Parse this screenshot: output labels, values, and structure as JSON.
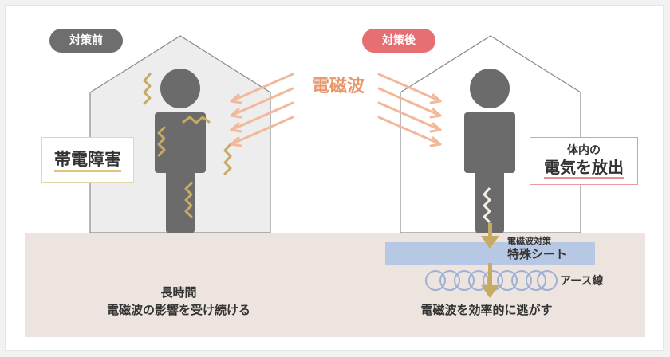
{
  "before": {
    "badge": "対策前",
    "problem_label": "帯電障害",
    "caption_line1": "長時間",
    "caption_line2": "電磁波の影響を受け続ける"
  },
  "after": {
    "badge": "対策後",
    "result_line1": "体内の",
    "result_line2": "電気を放出",
    "sheet_line1": "電磁波対策",
    "sheet_line2": "特殊シート",
    "earth_wire": "アース線",
    "caption": "電磁波を効率的に逃がす"
  },
  "wave_label": "電磁波",
  "colors": {
    "badge_before": "#6e6e6e",
    "badge_after": "#e66f74",
    "wave_arrow": "#f2b89a",
    "static_zigzag": "#c7aa63",
    "ground": "#ede4df",
    "house_fill": "#ededed",
    "person": "#6b6b6b",
    "sheet": "#b6c8e4",
    "coil": "#9db1d7"
  }
}
